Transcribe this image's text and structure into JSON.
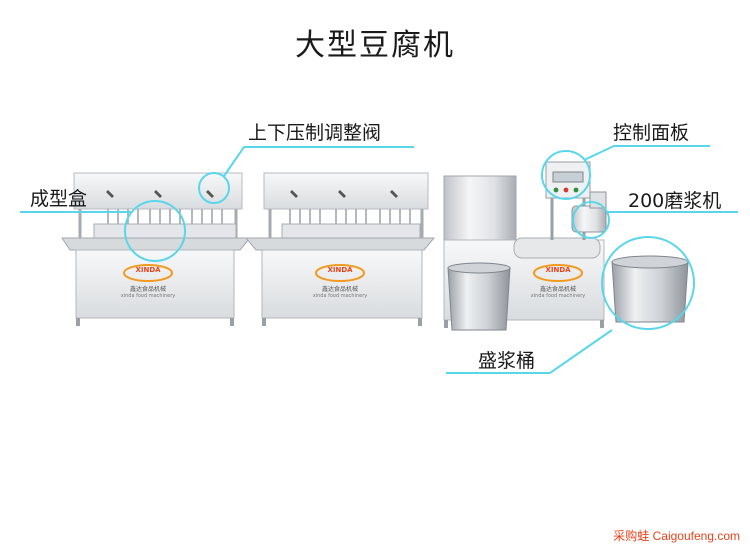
{
  "page": {
    "title": "大型豆腐机",
    "watermark": "采购蛙 Caigoufeng.com"
  },
  "callouts": {
    "press_valve": "上下压制调整阀",
    "mold_box": "成型盒",
    "control_panel": "控制面板",
    "grinder": "200磨浆机",
    "bucket": "盛浆桶"
  },
  "brand": {
    "logo_text": "XINDA",
    "company_cn": "鑫达食品机械",
    "company_en": "xinda food machinery"
  },
  "colors": {
    "callout_line": "#5ad6ea",
    "steel_light": "#f3f4f5",
    "steel_mid": "#cfd2d6",
    "steel_dark": "#8c9096",
    "logo_orange": "#f39a1e",
    "watermark": "#e8431b"
  }
}
